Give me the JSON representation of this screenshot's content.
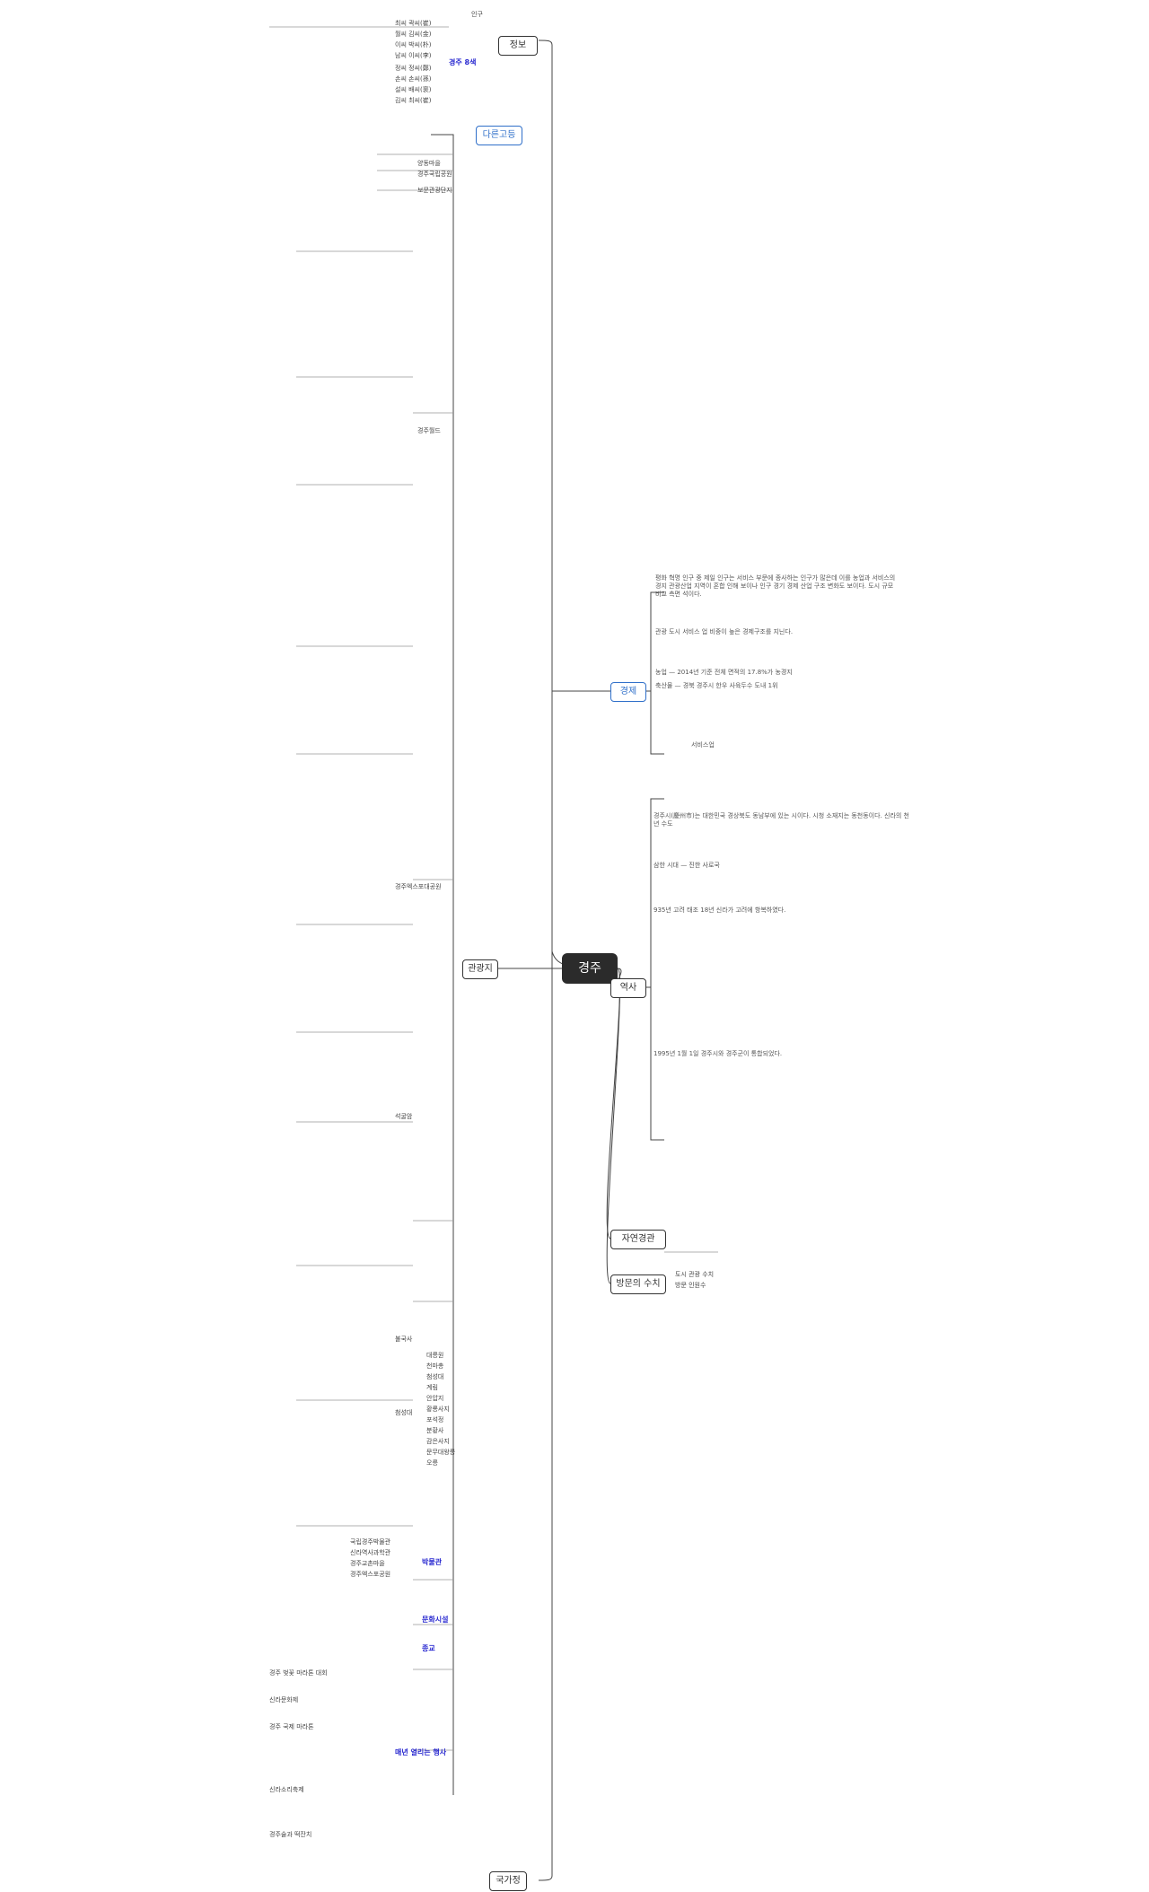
{
  "center": "경주",
  "right_branches": {
    "jeongbo": "정보",
    "jeongbo_child": "인구",
    "gyeongje": "경제",
    "yeoksa": "역사",
    "jayeon": "자연경관",
    "bangmun": "방문의 수치",
    "bangmun_children": [
      "도시 관광 수치",
      "방문 인원수"
    ]
  },
  "left_branches": {
    "gwanggwangji": "관광지",
    "dareun": "다른고등",
    "gukgajeong": "국가정"
  },
  "gyeongju_surnames": {
    "title": "경주 8색",
    "items": [
      "최씨 곽씨(崔)",
      "월씨 김씨(金)",
      "이씨 박씨(朴)",
      "남씨 이씨(李)",
      "정씨 정씨(鄭)",
      "손씨 손씨(孫)",
      "설씨 배씨(裵)",
      "김씨 최씨(崔)"
    ]
  },
  "economy_texts": [
    "평화 혁명 인구 중 제일 인구는 서비스 부문에 종사하는 인구가 많은데 이를 농업과 서비스의 경지 관광산업 지역이 혼합 인해 보이나 인구 경기 경제 산업 구조 변화도 보이다. 도시 규모 비교 측면 석이다.",
    "관광 도시 서비스 업 비중이 높은 경제구조를 지닌다.",
    "농업 — 2014년 기준 전체 면적의 17.8%가 농경지",
    "축산물 — 경북 경주시 한우 사육두수 도내 1위",
    "서비스업"
  ],
  "history_texts": [
    "경주시(慶州市)는 대한민국 경상북도 동남부에 있는 시이다. 시청 소재지는 동천동이다. 신라의 천년 수도",
    "삼한 시대 — 진한 사로국",
    "935년 고려 태조 18년 신라가 고려에 항복하였다.",
    "1995년 1월 1일 경주시와 경주군이 통합되었다."
  ],
  "gwangwang": {
    "top_items": [
      "양동마을",
      "경주국립공원",
      "보문관광단지"
    ],
    "gyeongju_world": "경주월드",
    "expo": "경주엑스포대공원",
    "seokguram": "석굴암",
    "bulguksa": "불국사",
    "cheomseongdae": "첨성대",
    "museum": "박물관",
    "munhwa": "문화시설",
    "jonggyo": "종교",
    "event": "매년 열리는 행사"
  },
  "museum_items": [
    "국립경주박물관",
    "신라역사과학관",
    "경주교촌마을",
    "경주엑스포공원"
  ],
  "events": [
    "경주 벚꽃 마라톤 대회",
    "신라문화제",
    "경주 국제 마라톤",
    "신라소리축제",
    "경주술과 떡잔치"
  ],
  "misc_items": [
    "대릉원",
    "천마총",
    "첨성대",
    "계림",
    "안압지",
    "황룡사지",
    "포석정",
    "분황사",
    "감은사지",
    "문무대왕릉",
    "오릉"
  ]
}
